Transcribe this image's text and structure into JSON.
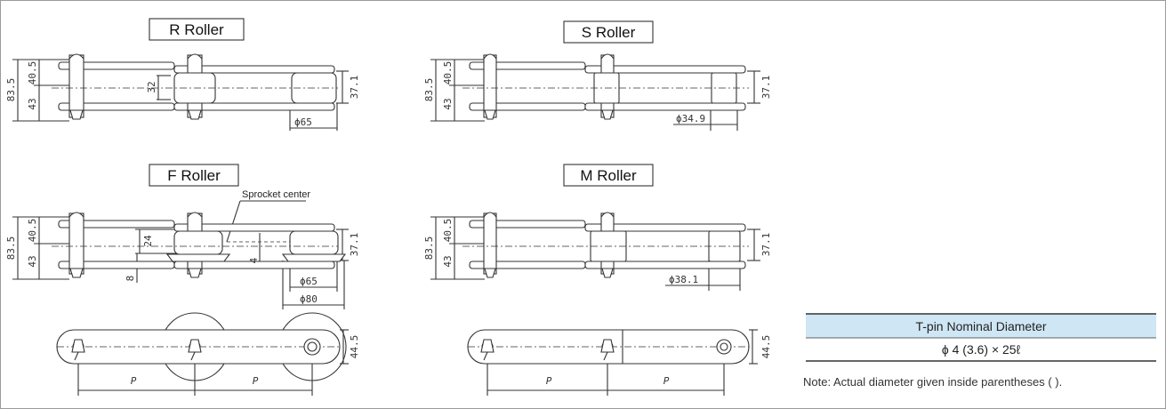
{
  "sections": {
    "r_roller": {
      "title": "R Roller",
      "dims": {
        "total": "83.5",
        "upper": "40.5",
        "lower": "43",
        "roller_h": "32",
        "link_w": "37.1",
        "diameter": "ϕ65"
      }
    },
    "s_roller": {
      "title": "S Roller",
      "dims": {
        "total": "83.5",
        "upper": "40.5",
        "lower": "43",
        "link_w": "37.1",
        "diameter": "ϕ34.9"
      }
    },
    "f_roller": {
      "title": "F Roller",
      "sprocket_label": "Sprocket center",
      "dims": {
        "total": "83.5",
        "upper": "40.5",
        "lower": "43",
        "flange_h": "24",
        "offset_a": "8",
        "offset_b": "4",
        "link_w": "37.1",
        "diameter_roller": "ϕ65",
        "diameter_flange": "ϕ80"
      }
    },
    "m_roller": {
      "title": "M Roller",
      "dims": {
        "total": "83.5",
        "upper": "40.5",
        "lower": "43",
        "link_w": "37.1",
        "diameter": "ϕ38.1"
      }
    }
  },
  "bottom_views": {
    "left": {
      "pitch_label_1": "P",
      "pitch_label_2": "P",
      "height": "44.5"
    },
    "right": {
      "pitch_label_1": "P",
      "pitch_label_2": "P",
      "height": "44.5"
    }
  },
  "tpin_table": {
    "header": "T-pin Nominal Diameter",
    "value": "ϕ 4 (3.6) × 25ℓ",
    "header_bg": "#cfe6f4"
  },
  "note": "Note:  Actual diameter given inside parentheses ( )."
}
